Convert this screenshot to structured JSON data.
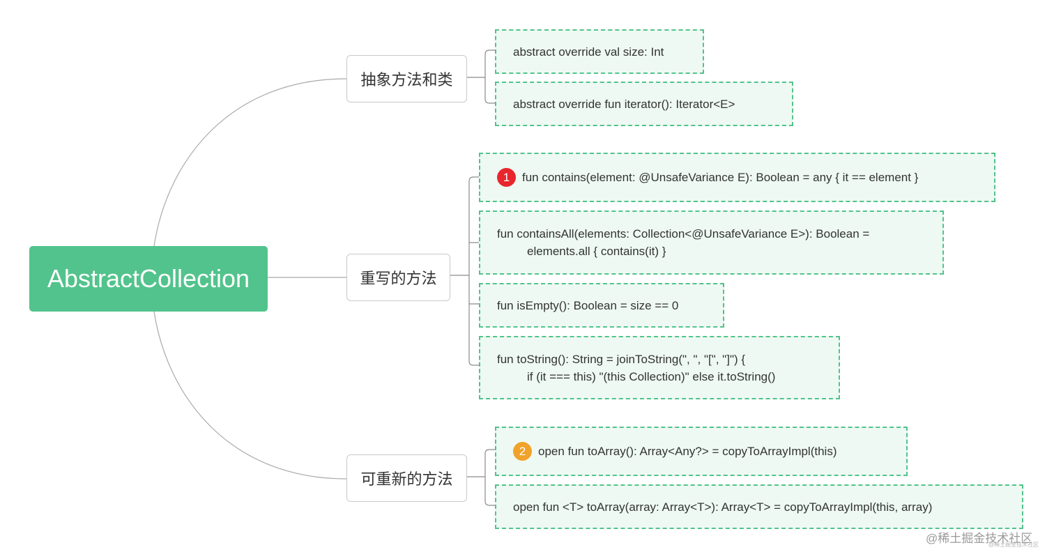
{
  "root": {
    "label": "AbstractCollection",
    "color": "#52c38c"
  },
  "branches": [
    {
      "label": "抽象方法和类",
      "leaves": [
        {
          "lines": [
            "abstract override val size: Int"
          ]
        },
        {
          "lines": [
            "abstract override fun iterator(): Iterator<E>"
          ]
        }
      ]
    },
    {
      "label": "重写的方法",
      "leaves": [
        {
          "badge": "1",
          "badge_color": "#e8262d",
          "lines": [
            "fun contains(element: @UnsafeVariance E): Boolean = any { it == element }"
          ]
        },
        {
          "lines": [
            "fun containsAll(elements: Collection<@UnsafeVariance E>): Boolean =",
            "elements.all { contains(it) }"
          ]
        },
        {
          "lines": [
            "fun isEmpty(): Boolean = size == 0"
          ]
        },
        {
          "lines": [
            "fun toString(): String = joinToString(\", \", \"[\", \"]\") {",
            "if (it === this) \"(this Collection)\" else it.toString()"
          ]
        }
      ]
    },
    {
      "label": "可重新的方法",
      "leaves": [
        {
          "badge": "2",
          "badge_color": "#f0a22a",
          "lines": [
            "open fun toArray(): Array<Any?> = copyToArrayImpl(this)"
          ]
        },
        {
          "lines": [
            "open fun <T> toArray(array: Array<T>): Array<T> = copyToArrayImpl(this, array)"
          ]
        }
      ]
    }
  ],
  "watermark": "@稀土掘金技术社区",
  "watermark_small": "@稀土掘金技术社区",
  "colors": {
    "leaf_border": "#52c38c",
    "leaf_fill": "#eef9f3",
    "connector": "#a9a9a9"
  }
}
